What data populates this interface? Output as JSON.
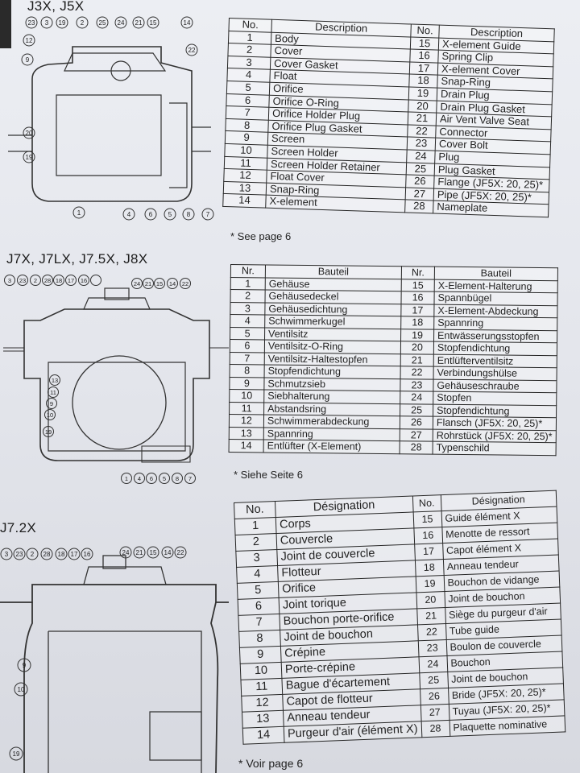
{
  "section1": {
    "model_label": "J3X, J5X",
    "headers": {
      "no_left": "No.",
      "desc_left": "Description",
      "no_right": "No.",
      "desc_right": "Description"
    },
    "rows": [
      {
        "n1": "1",
        "d1": "Body",
        "n2": "15",
        "d2": "X-element Guide"
      },
      {
        "n1": "2",
        "d1": "Cover",
        "n2": "16",
        "d2": "Spring Clip"
      },
      {
        "n1": "3",
        "d1": "Cover Gasket",
        "n2": "17",
        "d2": "X-element Cover"
      },
      {
        "n1": "4",
        "d1": "Float",
        "n2": "18",
        "d2": "Snap-Ring"
      },
      {
        "n1": "5",
        "d1": "Orifice",
        "n2": "19",
        "d2": "Drain Plug"
      },
      {
        "n1": "6",
        "d1": "Orifice O-Ring",
        "n2": "20",
        "d2": "Drain Plug Gasket"
      },
      {
        "n1": "7",
        "d1": "Orifice Holder Plug",
        "n2": "21",
        "d2": "Air Vent Valve Seat"
      },
      {
        "n1": "8",
        "d1": "Orifice Plug Gasket",
        "n2": "22",
        "d2": "Connector"
      },
      {
        "n1": "9",
        "d1": "Screen",
        "n2": "23",
        "d2": "Cover Bolt"
      },
      {
        "n1": "10",
        "d1": "Screen Holder",
        "n2": "24",
        "d2": "Plug"
      },
      {
        "n1": "11",
        "d1": "Screen Holder Retainer",
        "n2": "25",
        "d2": "Plug Gasket"
      },
      {
        "n1": "12",
        "d1": "Float Cover",
        "n2": "26",
        "d2": "Flange (JF5X: 20, 25)*"
      },
      {
        "n1": "13",
        "d1": "Snap-Ring",
        "n2": "27",
        "d2": "Pipe (JF5X: 20, 25)*"
      },
      {
        "n1": "14",
        "d1": "X-element",
        "n2": "28",
        "d2": "Nameplate"
      }
    ],
    "footnote": "* See page 6",
    "callouts_top": [
      "23",
      "3",
      "19",
      "2",
      "25",
      "24",
      "21",
      "15",
      "14"
    ],
    "callouts_left": [
      "12",
      "9",
      "20",
      "19"
    ],
    "callouts_right": [
      "22"
    ],
    "callouts_bottom": [
      "1",
      "4",
      "6",
      "5",
      "8",
      "7"
    ]
  },
  "section2": {
    "model_label": "J7X, J7LX, J7.5X, J8X",
    "headers": {
      "no_left": "Nr.",
      "desc_left": "Bauteil",
      "no_right": "Nr.",
      "desc_right": "Bauteil"
    },
    "rows": [
      {
        "n1": "1",
        "d1": "Gehäuse",
        "n2": "15",
        "d2": "X-Element-Halterung"
      },
      {
        "n1": "2",
        "d1": "Gehäusedeckel",
        "n2": "16",
        "d2": "Spannbügel"
      },
      {
        "n1": "3",
        "d1": "Gehäusedichtung",
        "n2": "17",
        "d2": "X-Element-Abdeckung"
      },
      {
        "n1": "4",
        "d1": "Schwimmerkugel",
        "n2": "18",
        "d2": "Spannring"
      },
      {
        "n1": "5",
        "d1": "Ventilsitz",
        "n2": "19",
        "d2": "Entwässerungsstopfen"
      },
      {
        "n1": "6",
        "d1": "Ventilsitz-O-Ring",
        "n2": "20",
        "d2": "Stopfendichtung"
      },
      {
        "n1": "7",
        "d1": "Ventilsitz-Haltestopfen",
        "n2": "21",
        "d2": "Entlüfterventilsitz"
      },
      {
        "n1": "8",
        "d1": "Stopfendichtung",
        "n2": "22",
        "d2": "Verbindungshülse"
      },
      {
        "n1": "9",
        "d1": "Schmutzsieb",
        "n2": "23",
        "d2": "Gehäuseschraube"
      },
      {
        "n1": "10",
        "d1": "Siebhalterung",
        "n2": "24",
        "d2": "Stopfen"
      },
      {
        "n1": "11",
        "d1": "Abstandsring",
        "n2": "25",
        "d2": "Stopfendichtung"
      },
      {
        "n1": "12",
        "d1": "Schwimmerabdeckung",
        "n2": "26",
        "d2": "Flansch (JF5X: 20, 25)*"
      },
      {
        "n1": "13",
        "d1": "Spannring",
        "n2": "27",
        "d2": "Rohrstück (JF5X: 20, 25)*"
      },
      {
        "n1": "14",
        "d1": "Entlüfter (X-Element)",
        "n2": "28",
        "d2": "Typenschild"
      }
    ],
    "footnote": "* Siehe Seite 6",
    "callouts_top": [
      "3",
      "23",
      "2",
      "28",
      "18",
      "17",
      "16",
      "24",
      "21",
      "15",
      "14",
      "22"
    ],
    "callouts_left": [
      "13",
      "11",
      "9",
      "10",
      "19"
    ],
    "callouts_bottom": [
      "1",
      "4",
      "6",
      "5",
      "8",
      "7"
    ]
  },
  "section3": {
    "model_label": "J7.2X",
    "headers": {
      "no_left": "No.",
      "desc_left": "Désignation",
      "no_right": "No.",
      "desc_right": "Désignation"
    },
    "rows": [
      {
        "n1": "1",
        "d1": "Corps",
        "n2": "15",
        "d2": "Guide élément X"
      },
      {
        "n1": "2",
        "d1": "Couvercle",
        "n2": "16",
        "d2": "Menotte de ressort"
      },
      {
        "n1": "3",
        "d1": "Joint de couvercle",
        "n2": "17",
        "d2": "Capot élément X"
      },
      {
        "n1": "4",
        "d1": "Flotteur",
        "n2": "18",
        "d2": "Anneau tendeur"
      },
      {
        "n1": "5",
        "d1": "Orifice",
        "n2": "19",
        "d2": "Bouchon de vidange"
      },
      {
        "n1": "6",
        "d1": "Joint torique",
        "n2": "20",
        "d2": "Joint de bouchon"
      },
      {
        "n1": "7",
        "d1": "Bouchon porte-orifice",
        "n2": "21",
        "d2": "Siège du purgeur d'air"
      },
      {
        "n1": "8",
        "d1": "Joint de bouchon",
        "n2": "22",
        "d2": "Tube guide"
      },
      {
        "n1": "9",
        "d1": "Crépine",
        "n2": "23",
        "d2": "Boulon de couvercle"
      },
      {
        "n1": "10",
        "d1": "Porte-crépine",
        "n2": "24",
        "d2": "Bouchon"
      },
      {
        "n1": "11",
        "d1": "Bague d'écartement",
        "n2": "25",
        "d2": "Joint de bouchon"
      },
      {
        "n1": "12",
        "d1": "Capot de flotteur",
        "n2": "26",
        "d2": "Bride (JF5X: 20, 25)*"
      },
      {
        "n1": "13",
        "d1": "Anneau tendeur",
        "n2": "27",
        "d2": "Tuyau (JF5X: 20, 25)*"
      },
      {
        "n1": "14",
        "d1": "Purgeur d'air (élément X)",
        "n2": "28",
        "d2": "Plaquette nominative"
      }
    ],
    "footnote": "* Voir page 6",
    "callouts_top": [
      "3",
      "23",
      "2",
      "28",
      "18",
      "17",
      "16",
      "24",
      "21",
      "15",
      "14",
      "22"
    ],
    "callouts_left": [
      "9",
      "10",
      "19"
    ]
  }
}
